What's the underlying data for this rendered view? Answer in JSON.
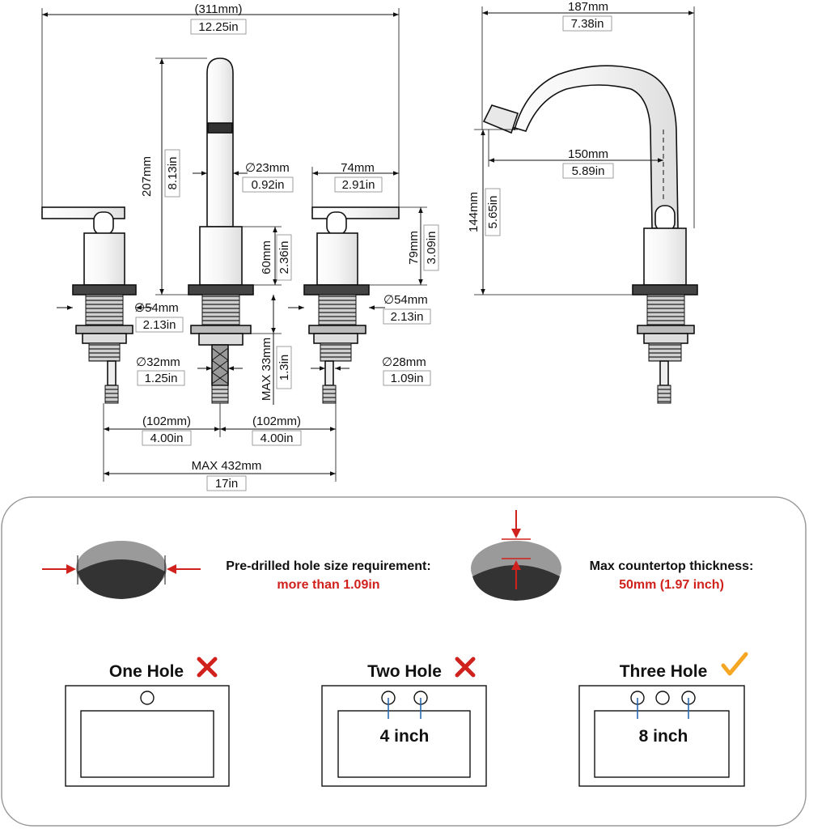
{
  "front_view": {
    "overall_width": {
      "mm": "(311mm)",
      "in": "12.25in"
    },
    "height": {
      "mm": "207mm",
      "in": "8.13in"
    },
    "spout_diameter": {
      "mm": "23mm",
      "in": "0.92in"
    },
    "handle_width": {
      "mm": "74mm",
      "in": "2.91in"
    },
    "base_height": {
      "mm": "60mm",
      "in": "2.36in"
    },
    "handle_height": {
      "mm": "79mm",
      "in": "3.09in"
    },
    "left_base_diameter": {
      "mm": "54mm",
      "in": "2.13in"
    },
    "right_base_diameter": {
      "mm": "54mm",
      "in": "2.13in"
    },
    "shank_diameter_center": {
      "mm": "32mm",
      "in": "1.25in"
    },
    "shank_diameter_side": {
      "mm": "28mm",
      "in": "1.09in"
    },
    "max_shank": {
      "mm": "MAX 33mm",
      "in": "1.3in"
    },
    "spacing_left": {
      "mm": "(102mm)",
      "in": "4.00in"
    },
    "spacing_right": {
      "mm": "(102mm)",
      "in": "4.00in"
    },
    "max_spread": {
      "mm": "MAX 432mm",
      "in": "17in"
    },
    "diameter_symbol": "∅"
  },
  "side_view": {
    "depth": {
      "mm": "187mm",
      "in": "7.38in"
    },
    "reach": {
      "mm": "150mm",
      "in": "5.89in"
    },
    "spout_height": {
      "mm": "144mm",
      "in": "5.65in"
    }
  },
  "requirements": {
    "hole_size": {
      "label": "Pre-drilled hole size requirement:",
      "value": "more than 1.09in"
    },
    "thickness": {
      "label": "Max countertop thickness:",
      "value": "50mm (1.97 inch)"
    }
  },
  "sinks": [
    {
      "title": "One Hole",
      "mark": "x",
      "spacing": ""
    },
    {
      "title": "Two Hole",
      "mark": "x",
      "spacing": "4 inch"
    },
    {
      "title": "Three Hole",
      "mark": "check",
      "spacing": "8 inch"
    }
  ],
  "colors": {
    "red": "#d0211c",
    "check": "#f5a623",
    "line": "#111111",
    "metal": "#5a5a5a"
  }
}
